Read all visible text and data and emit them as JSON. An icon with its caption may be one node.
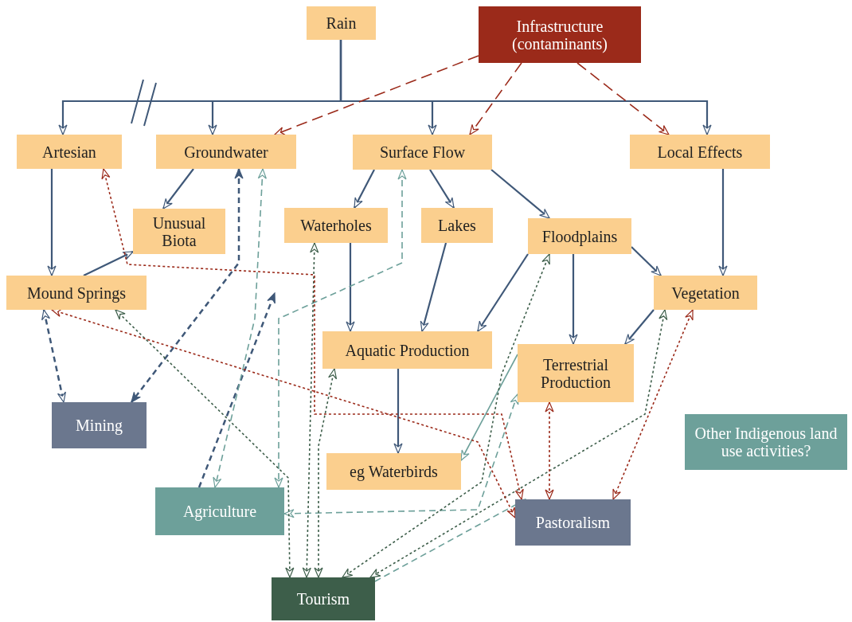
{
  "diagram": {
    "nodes": [
      {
        "text": [
          "Rain"
        ]
      },
      {
        "text": [
          "Infrastructure (contaminants)"
        ]
      },
      {
        "text": [
          "Artesian"
        ]
      },
      {
        "text": [
          "Groundwater"
        ]
      },
      {
        "text": [
          "Surface Flow"
        ]
      },
      {
        "text": [
          "Local Effects"
        ]
      },
      {
        "text": [
          "Unusual Biota"
        ]
      },
      {
        "text": [
          "Waterholes"
        ]
      },
      {
        "text": [
          "Lakes"
        ]
      },
      {
        "text": [
          "Floodplains"
        ]
      },
      {
        "text": [
          "Mound Springs"
        ]
      },
      {
        "text": [
          "Vegetation"
        ]
      },
      {
        "text": [
          "Aquatic Production"
        ]
      },
      {
        "text": [
          "Terrestrial Production"
        ]
      },
      {
        "text": [
          "Mining"
        ]
      },
      {
        "text": [
          "eg Waterbirds"
        ]
      },
      {
        "text": [
          "Other Indigenous land use activities?"
        ]
      },
      {
        "text": [
          "Agriculture"
        ]
      },
      {
        "text": [
          "Pastoralism"
        ]
      },
      {
        "text": [
          "Tourism"
        ]
      }
    ],
    "edges": [
      {
        "from": 0,
        "to": 2,
        "arrow": "to"
      },
      {
        "from": 0,
        "to": 3,
        "arrow": "to"
      },
      {
        "from": 0,
        "to": 4,
        "arrow": "to"
      },
      {
        "from": 0,
        "to": 5,
        "arrow": "to"
      },
      {
        "from": 1,
        "to": 3,
        "arrow": "to",
        "style": "dashed",
        "color": "#9b2a1a"
      },
      {
        "from": 1,
        "to": 4,
        "arrow": "to",
        "style": "dashed",
        "color": "#9b2a1a"
      },
      {
        "from": 1,
        "to": 5,
        "arrow": "to",
        "style": "dashed",
        "color": "#9b2a1a"
      },
      {
        "from": 2,
        "to": 10,
        "arrow": "to"
      },
      {
        "from": 3,
        "to": 6,
        "arrow": "to"
      },
      {
        "from": 10,
        "to": 6,
        "arrow": "to"
      },
      {
        "from": 4,
        "to": 7,
        "arrow": "to"
      },
      {
        "from": 4,
        "to": 8,
        "arrow": "to"
      },
      {
        "from": 4,
        "to": 9,
        "arrow": "to"
      },
      {
        "from": 5,
        "to": 11,
        "arrow": "to"
      },
      {
        "from": 9,
        "to": 11,
        "arrow": "to"
      },
      {
        "from": 9,
        "to": 12,
        "arrow": "to"
      },
      {
        "from": 9,
        "to": 13,
        "arrow": "to"
      },
      {
        "from": 7,
        "to": 12,
        "arrow": "to"
      },
      {
        "from": 8,
        "to": 12,
        "arrow": "to"
      },
      {
        "from": 11,
        "to": 13,
        "arrow": "to"
      },
      {
        "from": 12,
        "to": 15,
        "arrow": "to"
      },
      {
        "from": 13,
        "to": 15,
        "arrow": "to",
        "color": "#6da09a"
      },
      {
        "from": 10,
        "to": 14,
        "arrow": "both",
        "style": "dashed"
      },
      {
        "from": 3,
        "to": 14,
        "arrow": "both",
        "style": "dashed"
      },
      {
        "from": 17,
        "to": null,
        "arrow": "to",
        "style": "dashed"
      },
      {
        "from": 3,
        "to": 17,
        "arrow": "both",
        "style": "dashed",
        "color": "#6da09a"
      },
      {
        "from": 4,
        "to": 17,
        "arrow": "both",
        "style": "dashed",
        "color": "#6da09a"
      },
      {
        "from": 17,
        "to": 13,
        "arrow": "both",
        "style": "dashed",
        "color": "#6da09a"
      },
      {
        "from": 19,
        "to": 18,
        "arrow": "to",
        "style": "dashed",
        "color": "#6da09a"
      },
      {
        "from": 10,
        "to": 19,
        "arrow": "both",
        "style": "dashed",
        "color": "#3d5e4a"
      },
      {
        "from": 7,
        "to": 19,
        "arrow": "both",
        "style": "dashed",
        "color": "#3d5e4a"
      },
      {
        "from": 12,
        "to": 19,
        "arrow": "both",
        "style": "dashed",
        "color": "#3d5e4a"
      },
      {
        "from": 9,
        "to": 19,
        "arrow": "both",
        "style": "dashed",
        "color": "#3d5e4a"
      },
      {
        "from": 11,
        "to": 19,
        "arrow": "both",
        "style": "dashed",
        "color": "#3d5e4a"
      },
      {
        "from": 2,
        "to": 18,
        "arrow": "both",
        "style": "dashed",
        "color": "#9b2a1a"
      },
      {
        "from": 10,
        "to": 18,
        "arrow": "both",
        "style": "dashed",
        "color": "#9b2a1a"
      },
      {
        "from": 13,
        "to": 18,
        "arrow": "both",
        "style": "dashed",
        "color": "#9b2a1a"
      },
      {
        "from": 11,
        "to": 18,
        "arrow": "both",
        "style": "dashed",
        "color": "#9b2a1a"
      }
    ]
  }
}
